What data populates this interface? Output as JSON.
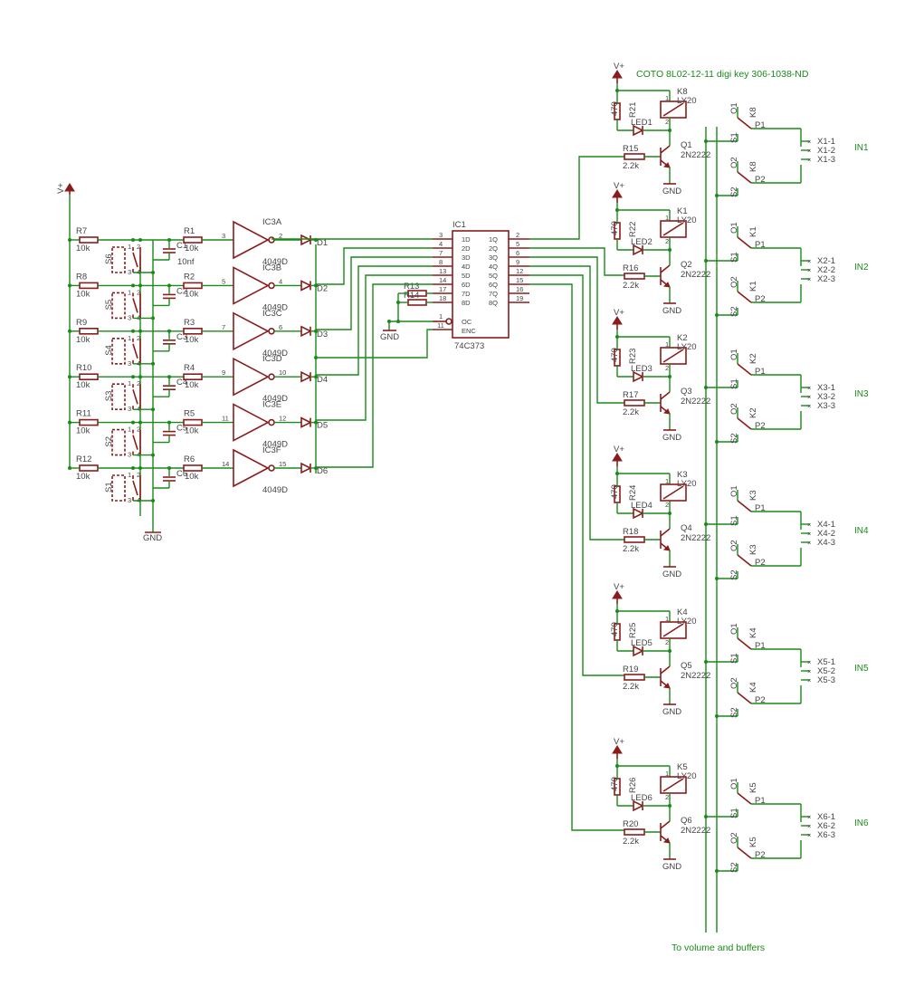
{
  "header_note": "COTO 8L02-12-11 digi key 306-1038-ND",
  "footer_note": "To volume and buffers",
  "supply": "V+",
  "ground": "GND",
  "left_supply": "V+",
  "ic1": {
    "ref": "IC1",
    "part": "74C373",
    "pins_left": [
      {
        "num": "3",
        "name": "1D"
      },
      {
        "num": "4",
        "name": "2D"
      },
      {
        "num": "7",
        "name": "3D"
      },
      {
        "num": "8",
        "name": "4D"
      },
      {
        "num": "13",
        "name": "5D"
      },
      {
        "num": "14",
        "name": "6D"
      },
      {
        "num": "17",
        "name": "7D"
      },
      {
        "num": "18",
        "name": "8D"
      }
    ],
    "pins_right": [
      {
        "num": "2",
        "name": "1Q"
      },
      {
        "num": "5",
        "name": "2Q"
      },
      {
        "num": "6",
        "name": "3Q"
      },
      {
        "num": "9",
        "name": "4Q"
      },
      {
        "num": "12",
        "name": "5Q"
      },
      {
        "num": "15",
        "name": "6Q"
      },
      {
        "num": "16",
        "name": "7Q"
      },
      {
        "num": "19",
        "name": "8Q"
      }
    ],
    "oc_pin": "1",
    "oc": "OC",
    "enc_pin": "11",
    "enc": "ENC"
  },
  "r13": "R13",
  "r14": "R14",
  "ic1_gnd": "GND",
  "channels": [
    {
      "rin": "R7",
      "rin_val": "10k",
      "sw": "S6",
      "r": "R1",
      "r_val": "10k",
      "c": "C1",
      "c_val": "10nf",
      "gate": "IC3A",
      "gate_part": "4049D",
      "pin_in": "3",
      "pin_out": "2",
      "diode": "D1"
    },
    {
      "rin": "R8",
      "rin_val": "10k",
      "sw": "S5",
      "r": "R2",
      "r_val": "10k",
      "c": "C2",
      "c_val": "",
      "gate": "IC3B",
      "gate_part": "4049D",
      "pin_in": "5",
      "pin_out": "4",
      "diode": "D2"
    },
    {
      "rin": "R9",
      "rin_val": "10k",
      "sw": "S4",
      "r": "R3",
      "r_val": "10k",
      "c": "C3",
      "c_val": "",
      "gate": "IC3C",
      "gate_part": "4049D",
      "pin_in": "7",
      "pin_out": "6",
      "diode": "D3"
    },
    {
      "rin": "R10",
      "rin_val": "10k",
      "sw": "S3",
      "r": "R4",
      "r_val": "10k",
      "c": "C4",
      "c_val": "",
      "gate": "IC3D",
      "gate_part": "4049D",
      "pin_in": "9",
      "pin_out": "10",
      "diode": "D4"
    },
    {
      "rin": "R11",
      "rin_val": "10k",
      "sw": "S2",
      "r": "R5",
      "r_val": "10k",
      "c": "C5",
      "c_val": "",
      "gate": "IC3E",
      "gate_part": "4049D",
      "pin_in": "11",
      "pin_out": "12",
      "diode": "D5"
    },
    {
      "rin": "R12",
      "rin_val": "10k",
      "sw": "S1",
      "r": "R6",
      "r_val": "10k",
      "c": "C6",
      "c_val": "",
      "gate": "IC3F",
      "gate_part": "4049D",
      "pin_in": "14",
      "pin_out": "15",
      "diode": "D6"
    }
  ],
  "relays": [
    {
      "supply": "V+",
      "rled": "R21",
      "rled_val": "470",
      "relay": "K8",
      "relay_part": "LY20",
      "led": "LED1",
      "rb": "R15",
      "rb_val": "2.2k",
      "q": "Q1",
      "q_part": "2N2222",
      "gnd": "GND",
      "contact": "K8",
      "out": [
        "X1-1",
        "X1-2",
        "X1-3"
      ],
      "input": "IN1"
    },
    {
      "supply": "V+",
      "rled": "R22",
      "rled_val": "470",
      "relay": "K1",
      "relay_part": "LY20",
      "led": "LED2",
      "rb": "R16",
      "rb_val": "2.2k",
      "q": "Q2",
      "q_part": "2N2222",
      "gnd": "GND",
      "contact": "K1",
      "out": [
        "X2-1",
        "X2-2",
        "X2-3"
      ],
      "input": "IN2"
    },
    {
      "supply": "V+",
      "rled": "R23",
      "rled_val": "470",
      "relay": "K2",
      "relay_part": "LY20",
      "led": "LED3",
      "rb": "R17",
      "rb_val": "2.2k",
      "q": "Q3",
      "q_part": "2N2222",
      "gnd": "GND",
      "contact": "K2",
      "out": [
        "X3-1",
        "X3-2",
        "X3-3"
      ],
      "input": "IN3"
    },
    {
      "supply": "V+",
      "rled": "R24",
      "rled_val": "470",
      "relay": "K3",
      "relay_part": "LY20",
      "led": "LED4",
      "rb": "R18",
      "rb_val": "2.2k",
      "q": "Q4",
      "q_part": "2N2222",
      "gnd": "GND",
      "contact": "K3",
      "out": [
        "X4-1",
        "X4-2",
        "X4-3"
      ],
      "input": "IN4"
    },
    {
      "supply": "V+",
      "rled": "R25",
      "rled_val": "470",
      "relay": "K4",
      "relay_part": "LY20",
      "led": "LED5",
      "rb": "R19",
      "rb_val": "2.2k",
      "q": "Q5",
      "q_part": "2N2222",
      "gnd": "GND",
      "contact": "K4",
      "out": [
        "X5-1",
        "X5-2",
        "X5-3"
      ],
      "input": "IN5"
    },
    {
      "supply": "V+",
      "rled": "R26",
      "rled_val": "470",
      "relay": "K5",
      "relay_part": "LY20",
      "led": "LED6",
      "rb": "R20",
      "rb_val": "2.2k",
      "q": "Q6",
      "q_part": "2N2222",
      "gnd": "GND",
      "contact": "K5",
      "out": [
        "X6-1",
        "X6-2",
        "X6-3"
      ],
      "input": "IN6"
    }
  ],
  "contact_labels": {
    "o1": "O1",
    "p1": "P1",
    "s1": "S1",
    "o2": "O2",
    "p2": "P2",
    "s2": "S2"
  },
  "switch_pins": [
    "1",
    "2",
    "3",
    "4"
  ],
  "relay_pins": [
    "1",
    "2"
  ]
}
